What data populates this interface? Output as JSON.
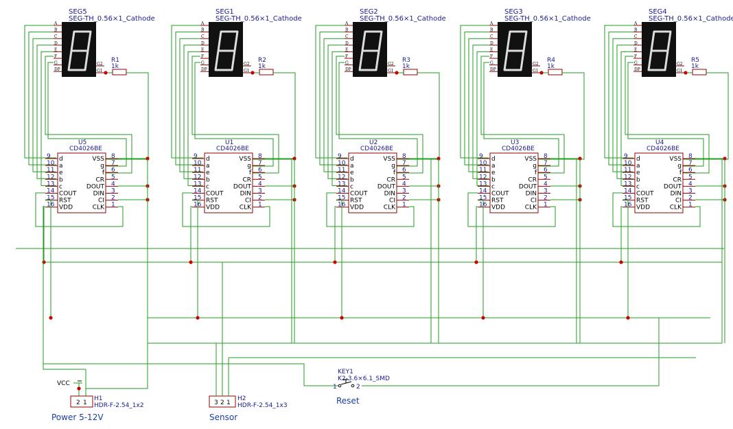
{
  "colors": {
    "wire": "#1f9d1f",
    "junction": "#cc0000",
    "body": "#8b0000",
    "label": "#1a1a8c",
    "note": "#1a3fa0"
  },
  "displays": [
    {
      "ref": "SEG5",
      "value": "SEG-TH_0.56×1_Cathode"
    },
    {
      "ref": "SEG1",
      "value": "SEG-TH_0.56×1_Cathode"
    },
    {
      "ref": "SEG2",
      "value": "SEG-TH_0.56×1_Cathode"
    },
    {
      "ref": "SEG3",
      "value": "SEG-TH_0.56×1_Cathode"
    },
    {
      "ref": "SEG4",
      "value": "SEG-TH_0.56×1_Cathode"
    }
  ],
  "display_pins_left": [
    "A",
    "B",
    "C",
    "D",
    "E",
    "F",
    "G",
    "DP"
  ],
  "display_pins_right": [
    "G2",
    "G1"
  ],
  "resistors": [
    {
      "ref": "R1",
      "value": "1k"
    },
    {
      "ref": "R2",
      "value": "1k"
    },
    {
      "ref": "R3",
      "value": "1k"
    },
    {
      "ref": "R4",
      "value": "1k"
    },
    {
      "ref": "R5",
      "value": "1k"
    }
  ],
  "counters": [
    {
      "ref": "U5",
      "value": "CD4026BE"
    },
    {
      "ref": "U1",
      "value": "CD4026BE"
    },
    {
      "ref": "U2",
      "value": "CD4026BE"
    },
    {
      "ref": "U3",
      "value": "CD4026BE"
    },
    {
      "ref": "U4",
      "value": "CD4026BE"
    }
  ],
  "counter_left_pins": [
    {
      "num": "9",
      "name": "d"
    },
    {
      "num": "10",
      "name": "a"
    },
    {
      "num": "11",
      "name": "e"
    },
    {
      "num": "12",
      "name": "b"
    },
    {
      "num": "13",
      "name": "c"
    },
    {
      "num": "14",
      "name": "COUT"
    },
    {
      "num": "15",
      "name": "RST"
    },
    {
      "num": "16",
      "name": "VDD"
    }
  ],
  "counter_right_pins": [
    {
      "num": "8",
      "name": "VSS"
    },
    {
      "num": "7",
      "name": "g"
    },
    {
      "num": "6",
      "name": "f"
    },
    {
      "num": "5",
      "name": "CR"
    },
    {
      "num": "4",
      "name": "DOUT"
    },
    {
      "num": "3",
      "name": "DIN"
    },
    {
      "num": "2",
      "name": "CI"
    },
    {
      "num": "1",
      "name": "CLK"
    }
  ],
  "power": {
    "net_label": "VCC",
    "ref": "H1",
    "value": "HDR-F-2.54_1x2",
    "pins": [
      "2",
      "1"
    ],
    "caption": "Power 5-12V"
  },
  "sensor": {
    "ref": "H2",
    "value": "HDR-F-2.54_1x3",
    "pins": [
      "3",
      "2",
      "1"
    ],
    "caption": "Sensor"
  },
  "key": {
    "ref": "KEY1",
    "value": "K2-3.6×6.1_SMD",
    "pin1": "1",
    "pin2": "2",
    "caption": "Reset"
  }
}
